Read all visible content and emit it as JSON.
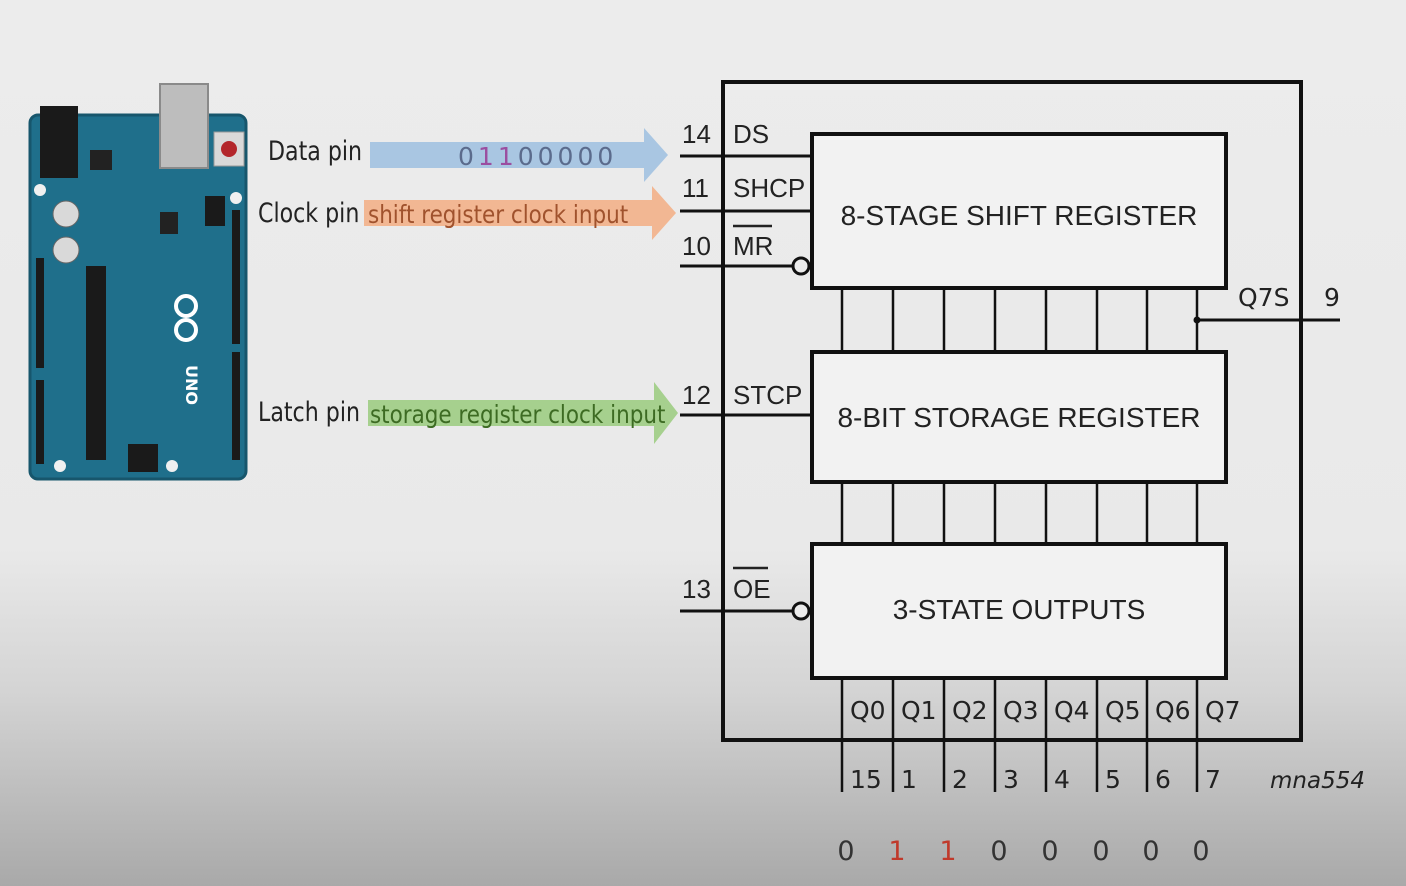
{
  "colors": {
    "board": "#1f6f8b",
    "board_dark": "#17566c",
    "arrow_data": "#a9c6e2",
    "arrow_clock": "#f2b793",
    "arrow_latch": "#a6d08e",
    "bit_one": "#c0392b",
    "bit_zero": "#333333",
    "data_bit_zero": "#5b6b8c",
    "data_bit_one": "#9b4ea0"
  },
  "arduino": {
    "logo_text": "UNO"
  },
  "arrows": [
    {
      "pin_label": "Data pin",
      "bits": [
        "0",
        "1",
        "1",
        "0",
        "0",
        "0",
        "0",
        "0"
      ]
    },
    {
      "pin_label": "Clock pin",
      "text": "shift register clock input"
    },
    {
      "pin_label": "Latch pin",
      "text": "storage register clock input"
    }
  ],
  "chip": {
    "blocks": [
      {
        "label": "8-STAGE SHIFT REGISTER"
      },
      {
        "label": "8-BIT STORAGE REGISTER"
      },
      {
        "label": "3-STATE OUTPUTS"
      }
    ],
    "inputs": [
      {
        "pin": "14",
        "name": "DS",
        "overline": false,
        "inverted": false
      },
      {
        "pin": "11",
        "name": "SHCP",
        "overline": false,
        "inverted": false
      },
      {
        "pin": "10",
        "name": "MR",
        "overline": true,
        "inverted": true
      },
      {
        "pin": "12",
        "name": "STCP",
        "overline": false,
        "inverted": false
      },
      {
        "pin": "13",
        "name": "OE",
        "overline": true,
        "inverted": true
      }
    ],
    "serial_output": {
      "name": "Q7S",
      "pin": "9"
    },
    "outputs": [
      {
        "name": "Q0",
        "pin": "15",
        "bit": "0"
      },
      {
        "name": "Q1",
        "pin": "1",
        "bit": "1"
      },
      {
        "name": "Q2",
        "pin": "2",
        "bit": "1"
      },
      {
        "name": "Q3",
        "pin": "3",
        "bit": "0"
      },
      {
        "name": "Q4",
        "pin": "4",
        "bit": "0"
      },
      {
        "name": "Q5",
        "pin": "5",
        "bit": "0"
      },
      {
        "name": "Q6",
        "pin": "6",
        "bit": "0"
      },
      {
        "name": "Q7",
        "pin": "7",
        "bit": "0"
      }
    ],
    "figure_code": "mna554"
  }
}
